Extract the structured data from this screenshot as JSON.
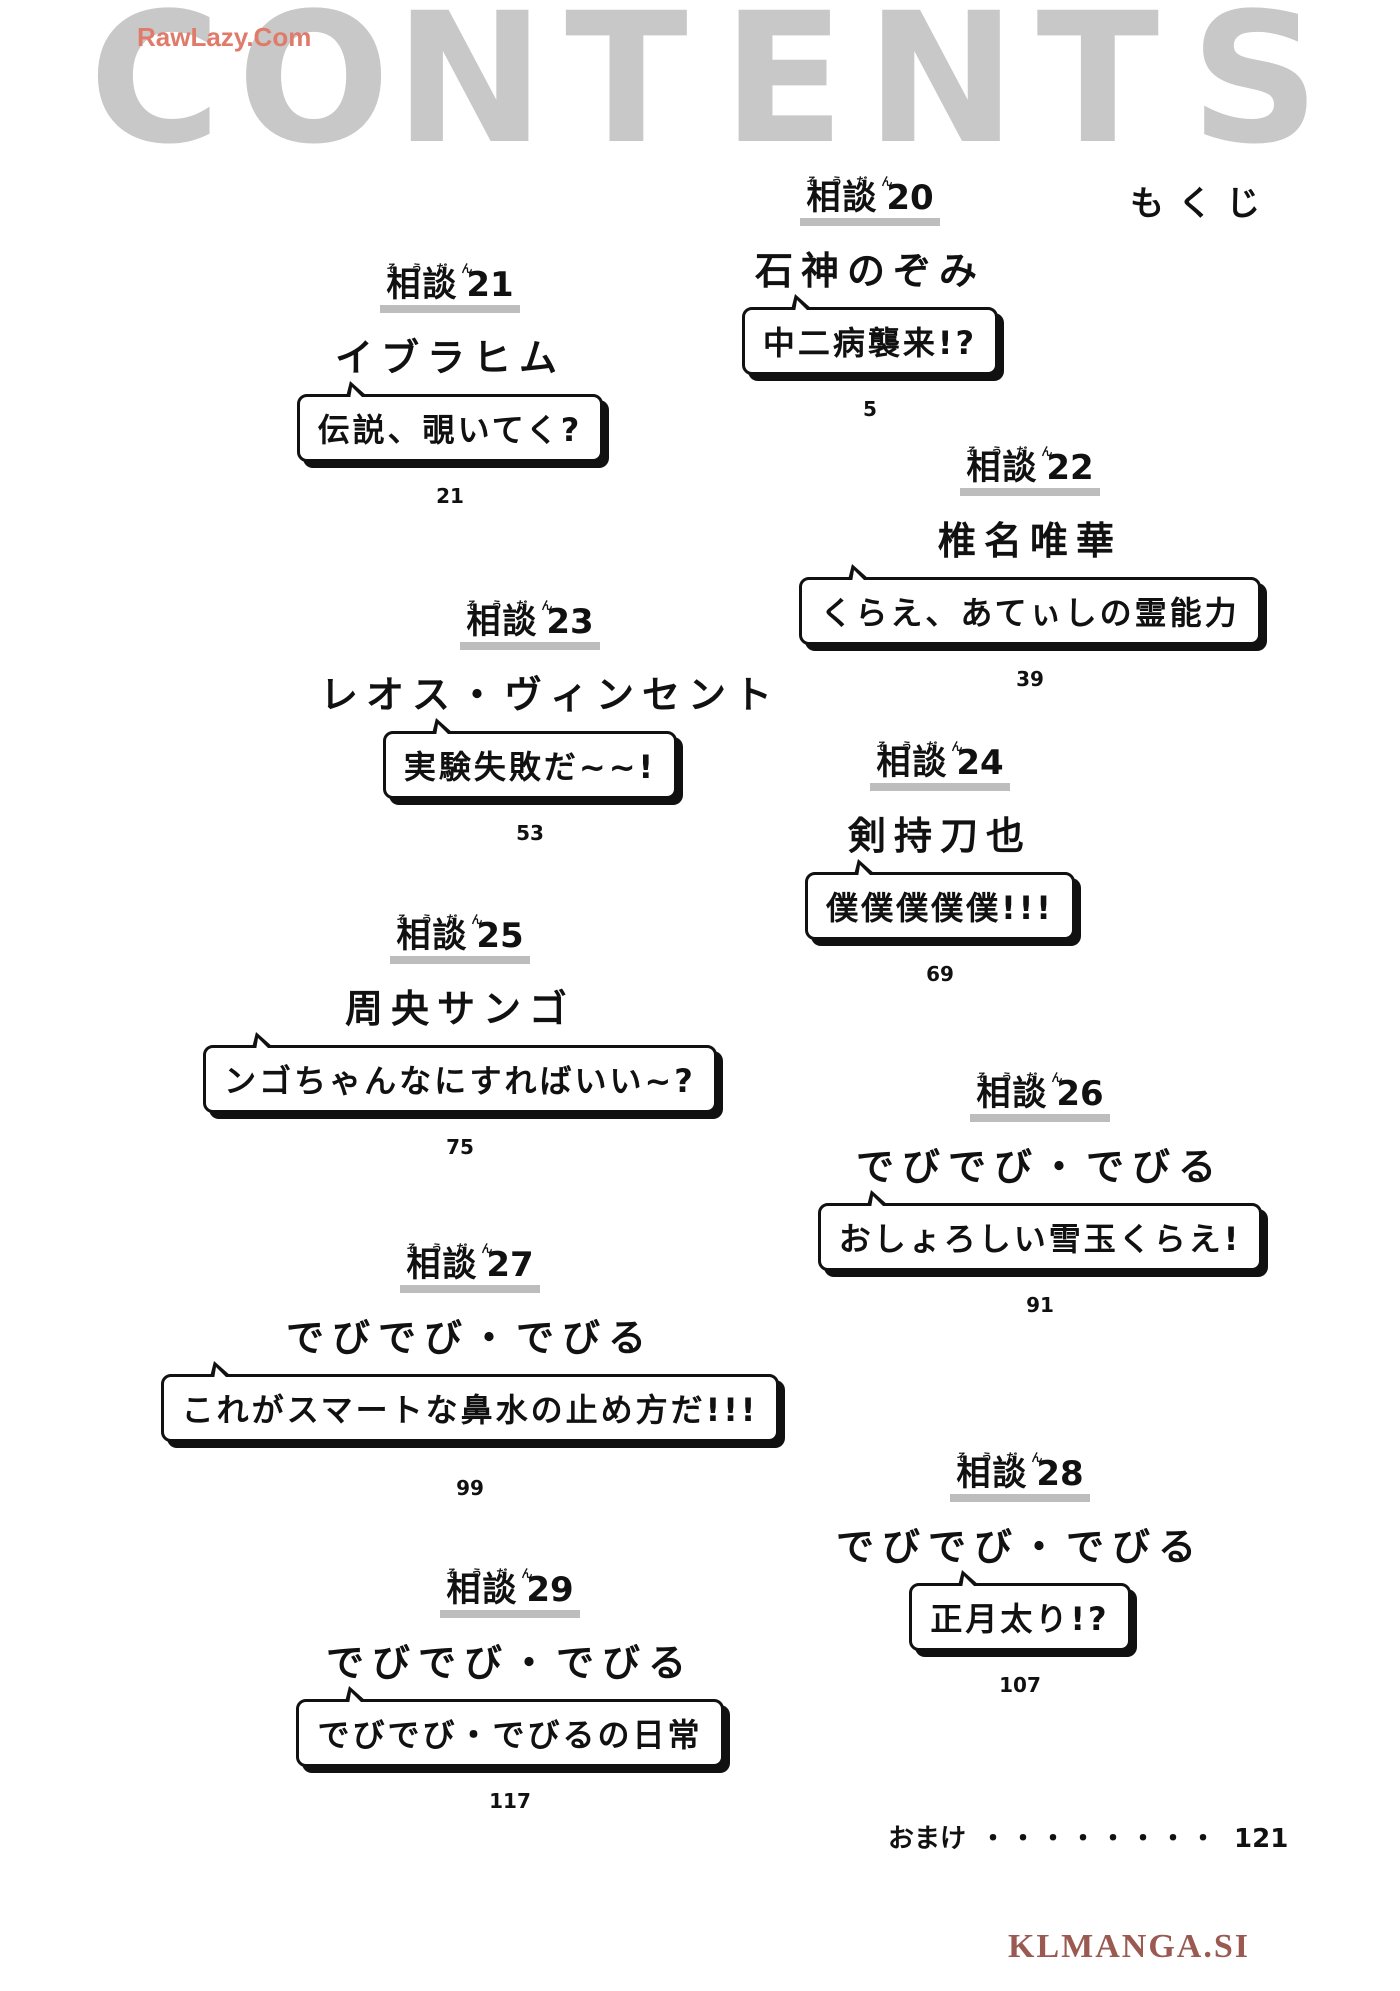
{
  "header": {
    "title_letters": [
      "C",
      "O",
      "N",
      "T",
      "E",
      "N",
      "T",
      "S"
    ],
    "watermark": "RawLazy.Com",
    "subtitle": "もくじ"
  },
  "entries": [
    {
      "label": "相談",
      "label_ruby": "そうだん",
      "number": "20",
      "name": "石神のぞみ",
      "title": "中二病襲来!?",
      "page": "5"
    },
    {
      "label": "相談",
      "label_ruby": "そうだん",
      "number": "21",
      "name": "イブラヒム",
      "title": "伝説、覗いてく?",
      "page": "21"
    },
    {
      "label": "相談",
      "label_ruby": "そうだん",
      "number": "22",
      "name": "椎名唯華",
      "title": "くらえ、あてぃしの霊能力",
      "page": "39"
    },
    {
      "label": "相談",
      "label_ruby": "そうだん",
      "number": "23",
      "name": "レオス・ヴィンセント",
      "title": "実験失敗だ~~!",
      "page": "53"
    },
    {
      "label": "相談",
      "label_ruby": "そうだん",
      "number": "24",
      "name": "剣持刀也",
      "title": "僕僕僕僕僕!!!",
      "page": "69"
    },
    {
      "label": "相談",
      "label_ruby": "そうだん",
      "number": "25",
      "name": "周央サンゴ",
      "title": "ンゴちゃんなにすればいい~?",
      "page": "75"
    },
    {
      "label": "相談",
      "label_ruby": "そうだん",
      "number": "26",
      "name": "でびでび・でびる",
      "title": "おしょろしい雪玉くらえ!",
      "page": "91"
    },
    {
      "label": "相談",
      "label_ruby": "そうだん",
      "number": "27",
      "name": "でびでび・でびる",
      "title": "これがスマートな鼻水の止め方だ!!!",
      "page": "99"
    },
    {
      "label": "相談",
      "label_ruby": "そうだん",
      "number": "28",
      "name": "でびでび・でびる",
      "title": "正月太り!?",
      "page": "107"
    },
    {
      "label": "相談",
      "label_ruby": "そうだん",
      "number": "29",
      "name": "でびでび・でびる",
      "title": "でびでび・でびるの日常",
      "page": "117"
    }
  ],
  "omake": {
    "label": "おまけ",
    "dots": "・・・・・・・・",
    "page": "121"
  },
  "footer": {
    "watermark": "KLMANGA.SI"
  }
}
